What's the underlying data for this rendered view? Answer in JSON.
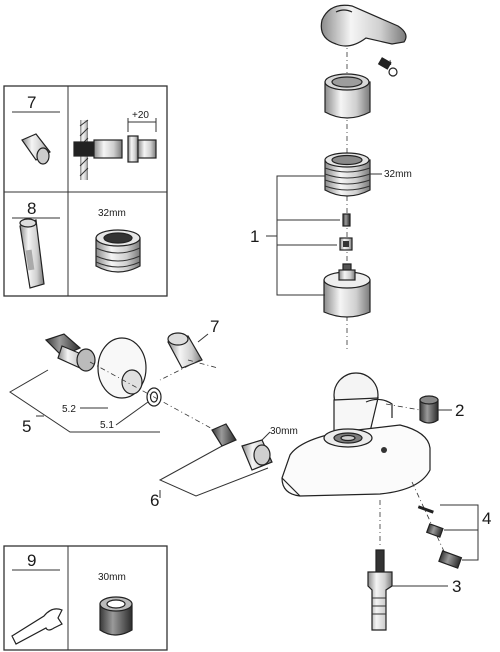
{
  "callouts": {
    "c1": "1",
    "c2": "2",
    "c3": "3",
    "c4": "4",
    "c5": "5",
    "c6": "6",
    "c7": "7",
    "c51": "5.1",
    "c52": "5.2"
  },
  "dimensions": {
    "cartridge_top": "32mm",
    "nut_30": "30mm",
    "extension_plus": "+20"
  },
  "inset_7": {
    "number": "7"
  },
  "inset_8": {
    "number": "8",
    "size": "32mm"
  },
  "inset_9": {
    "number": "9",
    "size": "30mm"
  },
  "colors": {
    "line": "#333333",
    "fill_light": "#f2f2f2",
    "fill_mid": "#bdbdbd",
    "fill_dark": "#6b6b6b",
    "paper": "#ffffff"
  }
}
